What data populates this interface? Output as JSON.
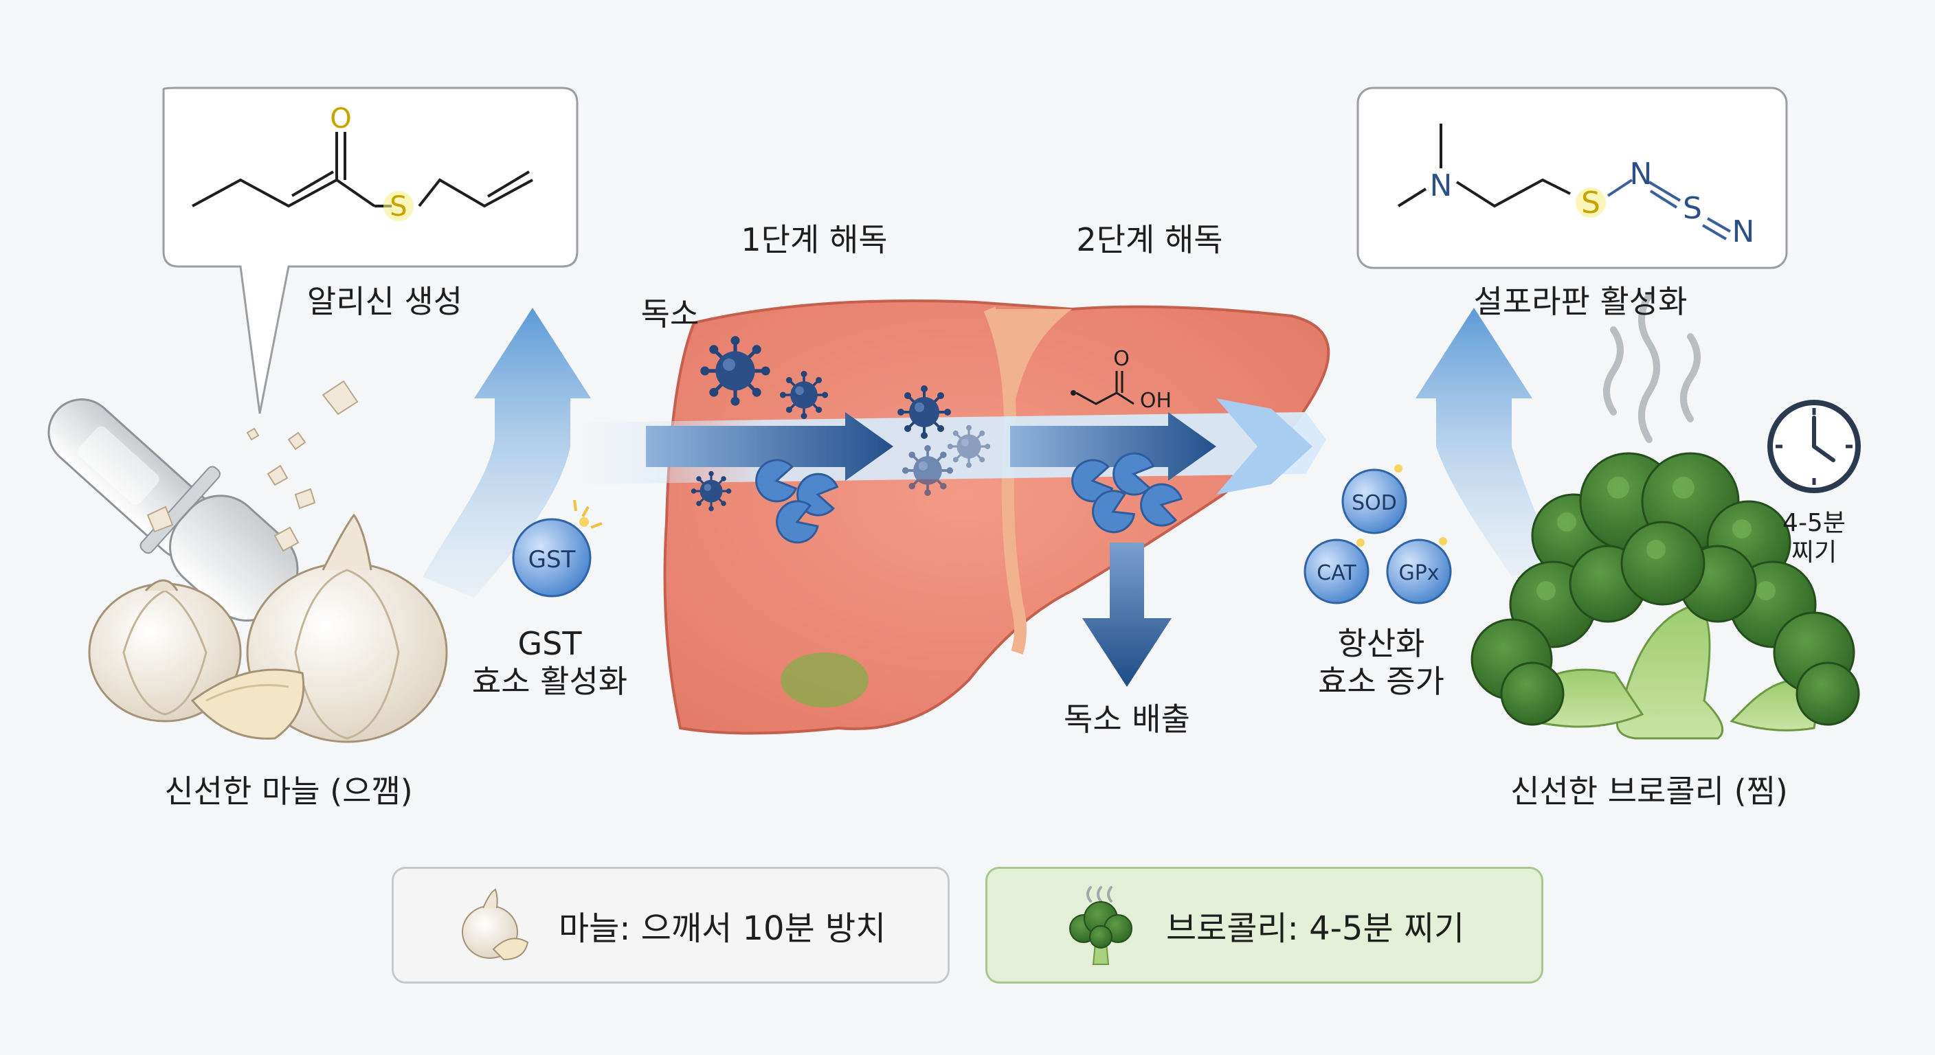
{
  "colors": {
    "background": "#f5f6f7",
    "liver": "#ef8f7d",
    "flow_arrow": "#2c5d96",
    "up_arrow": "#7fb2e3",
    "enzyme": "#5b8fd6",
    "toxin": "#24457a",
    "broccoli": "#3d7a30",
    "garlic": "#efe6d6",
    "legend_broccoli_bg": "#e3efd6",
    "legend_garlic_bg": "#f5f5f5"
  },
  "garlic_panel": {
    "molecule_atoms": {
      "oxygen": "O",
      "sulfur": "S"
    },
    "caption": "알리신 생성",
    "food_label": "신선한 마늘 (으깸)",
    "enzyme_badge": "GST",
    "enzyme_caption": [
      "GST",
      "효소 활성화"
    ]
  },
  "liver_panel": {
    "phase1": "1단계 해독",
    "phase2": "2단계 해독",
    "toxin_label": "독소",
    "metabolite_oh": "OH",
    "metabolite_o": "O",
    "excretion": "독소 배출"
  },
  "broccoli_panel": {
    "molecule_atoms": {
      "nitrogen": "N",
      "sulfur": "S",
      "nitrogen2": "N",
      "sulfur2": "S",
      "nitrogen3": "N"
    },
    "caption": "설포라판 활성화",
    "enzymes": [
      "SOD",
      "CAT",
      "GPx"
    ],
    "enzyme_caption": [
      "항산화",
      "효소 증가"
    ],
    "timer_caption": [
      "4-5분",
      "찌기"
    ],
    "food_label": "신선한 브로콜리 (찜)"
  },
  "legend": {
    "garlic_tip": "마늘: 으깨서 10분 방치",
    "broccoli_tip": "브로콜리: 4-5분 찌기"
  }
}
